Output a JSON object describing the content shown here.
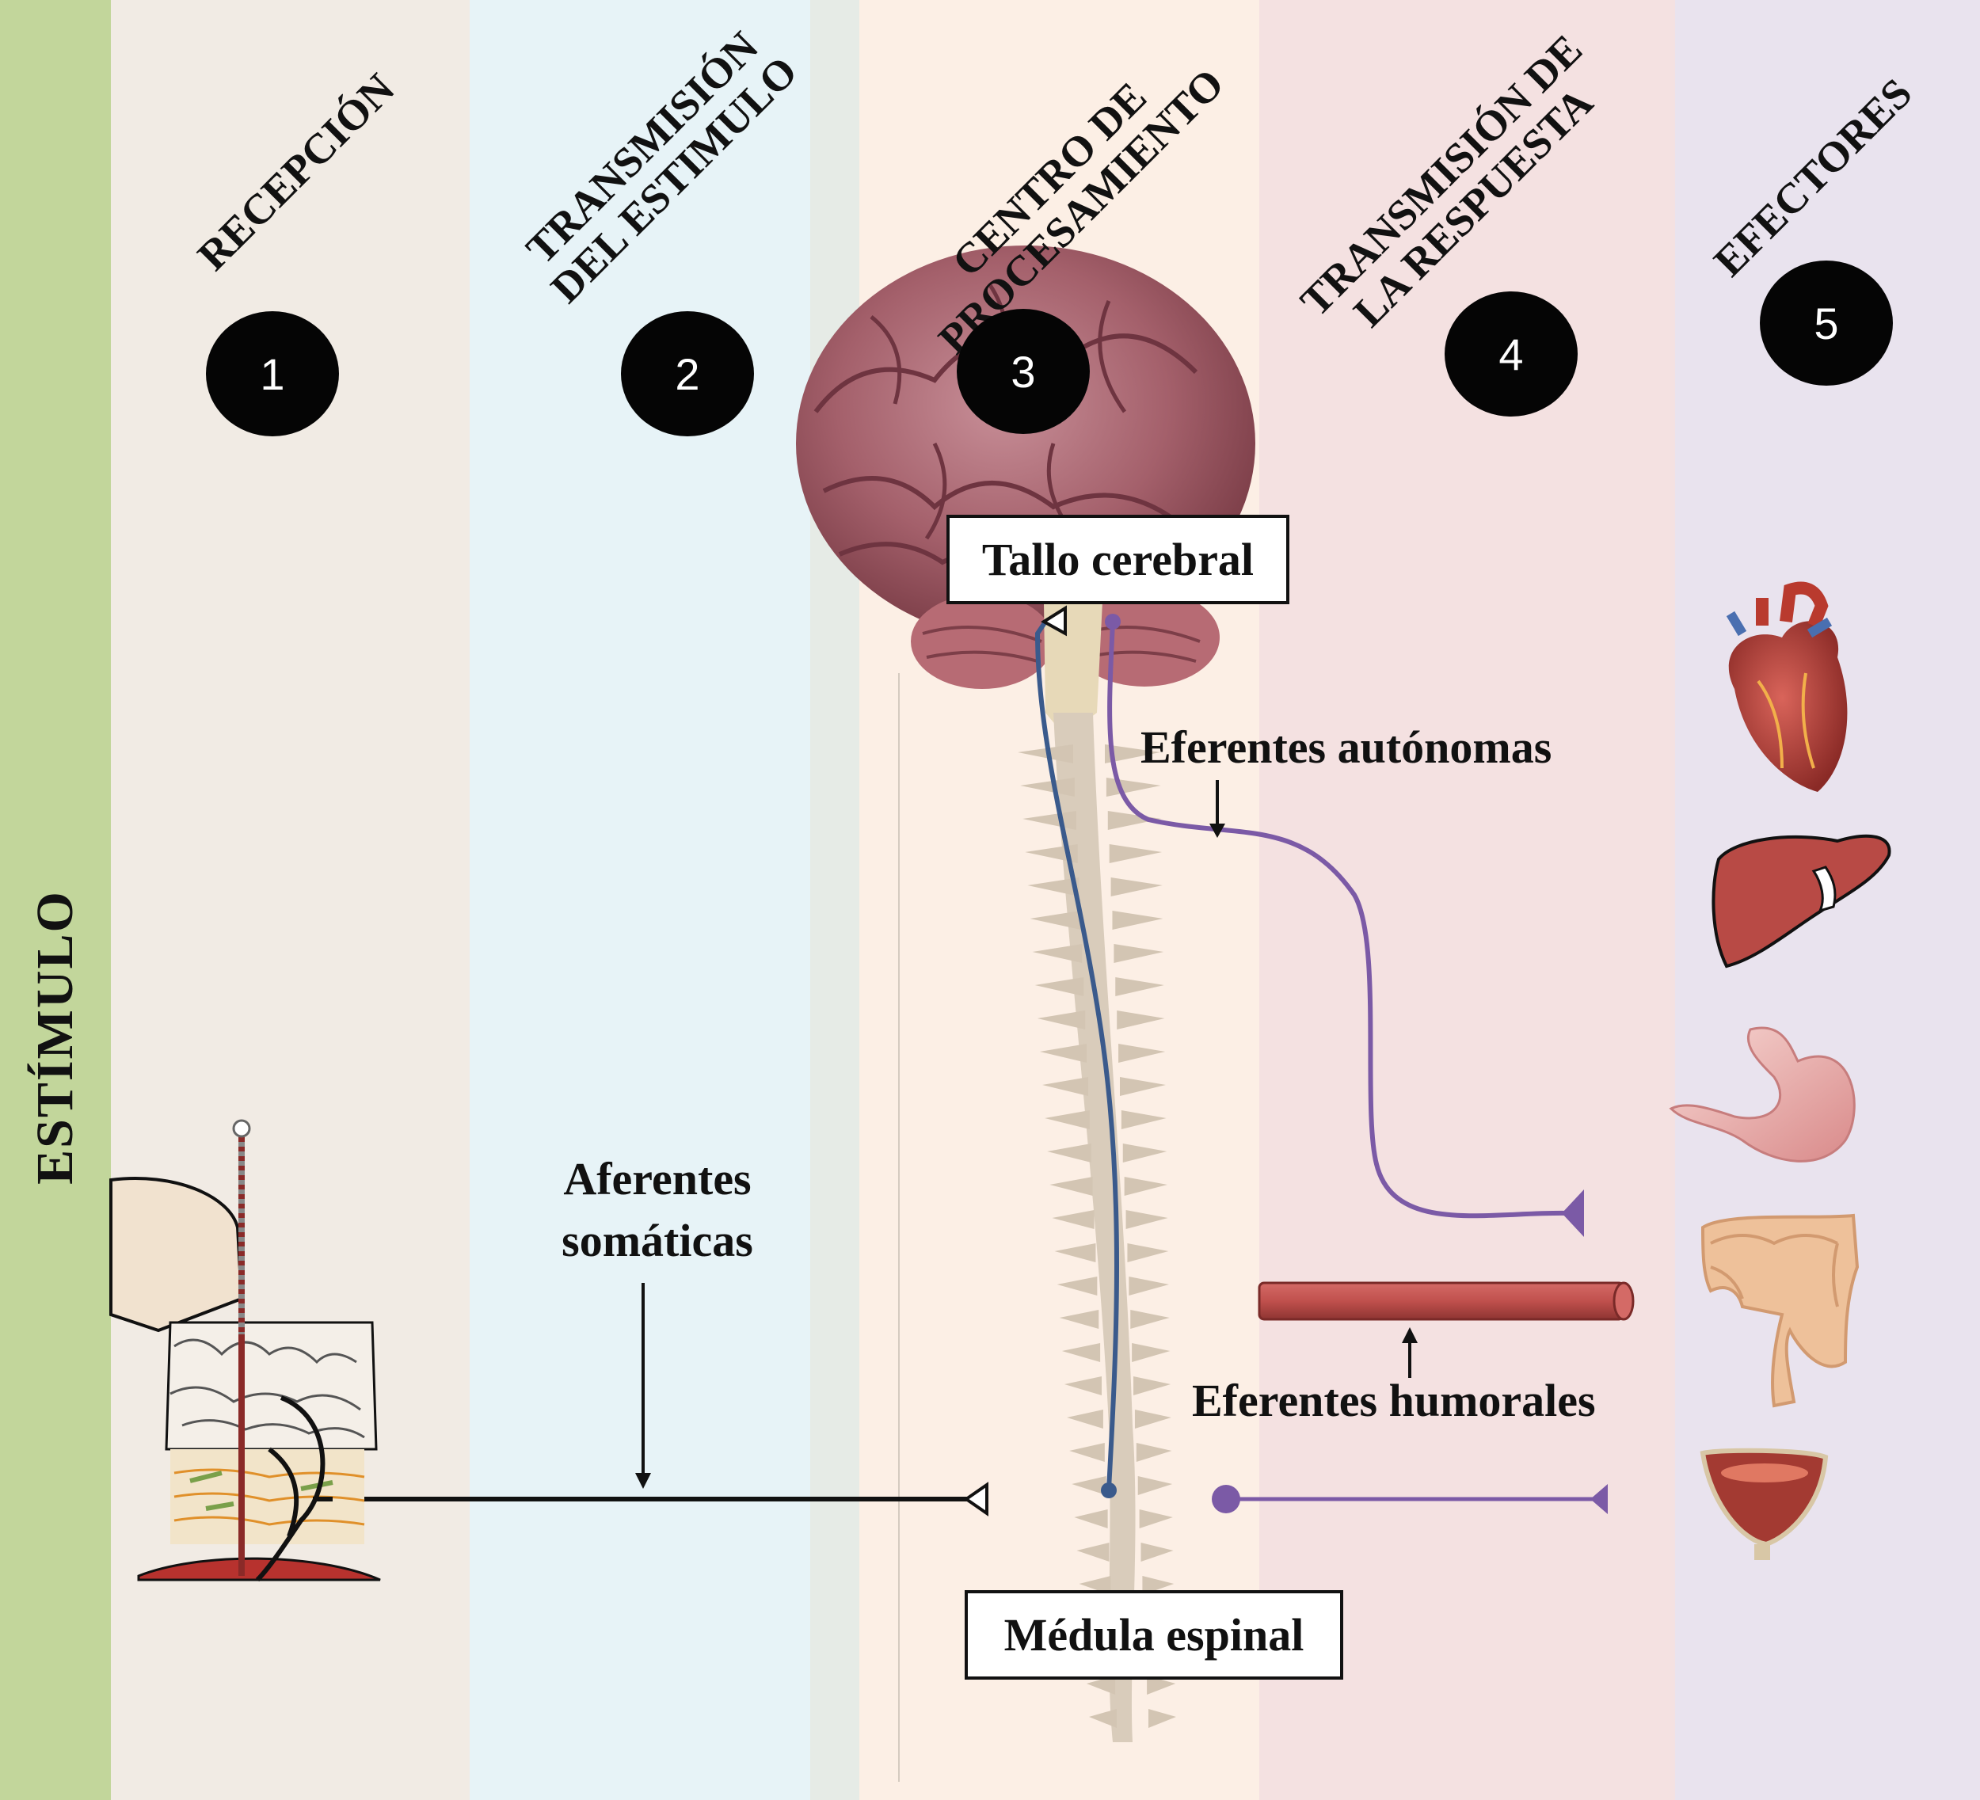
{
  "stimulus_label": "ESTÍMULO",
  "columns": [
    {
      "title": "RECEPCIÓN",
      "number": "1",
      "color": "#f1ebe4"
    },
    {
      "title": "TRANSMISIÓN\nDEL ESTIMULO",
      "number": "2",
      "color": "#e7f3f7"
    },
    {
      "title": "CENTRO DE\nPROCESAMIENTO",
      "number": "3",
      "color": "#fcefe5"
    },
    {
      "title": "TRANSMISIÓN DE\nLA RESPUESTA",
      "number": "4",
      "color": "#f4e1e1"
    },
    {
      "title": "EFECTORES",
      "number": "5",
      "color": "#e9e3ee"
    }
  ],
  "boxes": {
    "brainstem": "Tallo cerebral",
    "spinal_cord": "Médula espinal"
  },
  "labels": {
    "somatic_afferents": "Aferentes\nsomáticas",
    "autonomic_efferents": "Eferentes autónomas",
    "humoral_efferents": "Eferentes humorales"
  },
  "colors": {
    "stimulus_bar": "#c2d69b",
    "afferent_line": "#3a5a8c",
    "efferent_line": "#7b5aa6",
    "blood_vessel": "#c0504d"
  },
  "effector_icons": [
    "heart-icon",
    "liver-icon",
    "stomach-icon",
    "intestine-icon",
    "bladder-icon"
  ]
}
